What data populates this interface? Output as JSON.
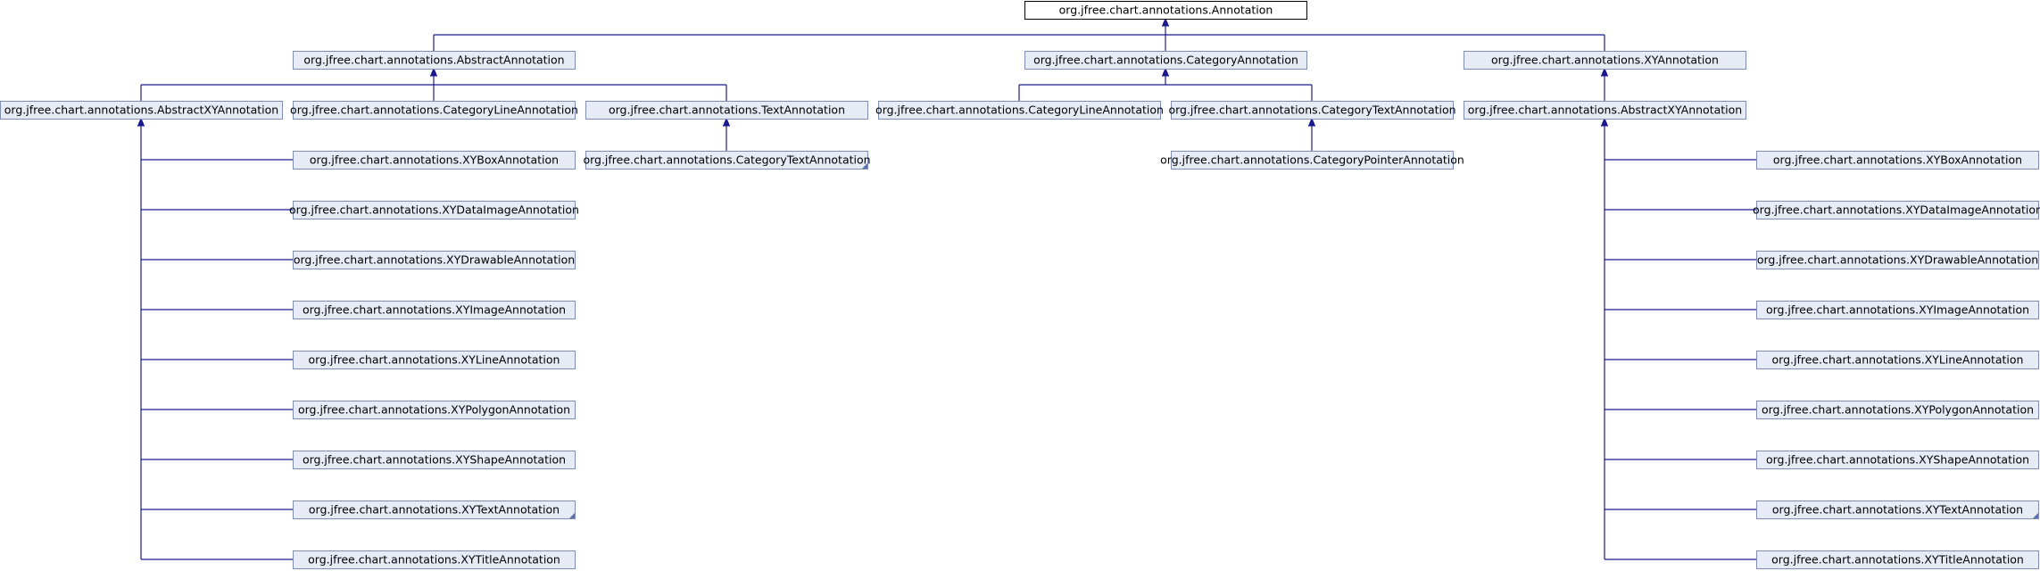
{
  "colors": {
    "edge": "#1a1a8c",
    "node_fill": "#e7ebf5",
    "node_border": "#7f8fb3",
    "root_fill": "#ffffff",
    "root_border": "#000000",
    "fold_corner": "#5a6fb0"
  },
  "nodes": {
    "root": "org.jfree.chart.annotations.Annotation",
    "abstract_annotation": "org.jfree.chart.annotations.AbstractAnnotation",
    "category_annotation": "org.jfree.chart.annotations.CategoryAnnotation",
    "xy_annotation": "org.jfree.chart.annotations.XYAnnotation",
    "abstract_xy_left": "org.jfree.chart.annotations.AbstractXYAnnotation",
    "category_line_left": "org.jfree.chart.annotations.CategoryLineAnnotation",
    "text_annotation": "org.jfree.chart.annotations.TextAnnotation",
    "category_line_mid": "org.jfree.chart.annotations.CategoryLineAnnotation",
    "category_text_mid": "org.jfree.chart.annotations.CategoryTextAnnotation",
    "abstract_xy_right": "org.jfree.chart.annotations.AbstractXYAnnotation",
    "category_text_left": "org.jfree.chart.annotations.CategoryTextAnnotation",
    "category_pointer": "org.jfree.chart.annotations.CategoryPointerAnnotation",
    "left_xy_box": "org.jfree.chart.annotations.XYBoxAnnotation",
    "left_xy_data_image": "org.jfree.chart.annotations.XYDataImageAnnotation",
    "left_xy_drawable": "org.jfree.chart.annotations.XYDrawableAnnotation",
    "left_xy_image": "org.jfree.chart.annotations.XYImageAnnotation",
    "left_xy_line": "org.jfree.chart.annotations.XYLineAnnotation",
    "left_xy_polygon": "org.jfree.chart.annotations.XYPolygonAnnotation",
    "left_xy_shape": "org.jfree.chart.annotations.XYShapeAnnotation",
    "left_xy_text": "org.jfree.chart.annotations.XYTextAnnotation",
    "left_xy_title": "org.jfree.chart.annotations.XYTitleAnnotation",
    "right_xy_box": "org.jfree.chart.annotations.XYBoxAnnotation",
    "right_xy_data_image": "org.jfree.chart.annotations.XYDataImageAnnotation",
    "right_xy_drawable": "org.jfree.chart.annotations.XYDrawableAnnotation",
    "right_xy_image": "org.jfree.chart.annotations.XYImageAnnotation",
    "right_xy_line": "org.jfree.chart.annotations.XYLineAnnotation",
    "right_xy_polygon": "org.jfree.chart.annotations.XYPolygonAnnotation",
    "right_xy_shape": "org.jfree.chart.annotations.XYShapeAnnotation",
    "right_xy_text": "org.jfree.chart.annotations.XYTextAnnotation",
    "right_xy_title": "org.jfree.chart.annotations.XYTitleAnnotation"
  }
}
